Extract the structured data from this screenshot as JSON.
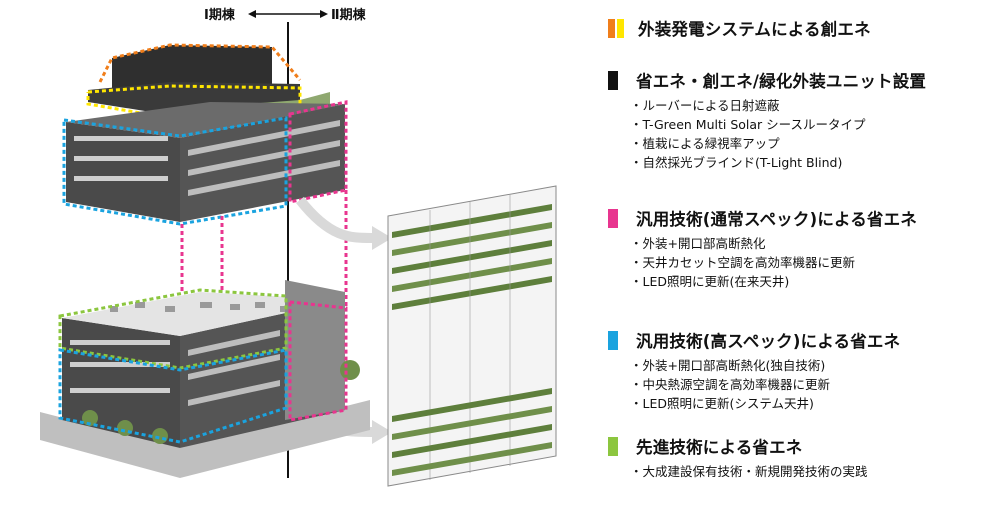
{
  "diagram": {
    "phase_left_label": "Ⅰ期棟",
    "phase_right_label": "Ⅱ期棟"
  },
  "colors": {
    "orange": "#f07e1b",
    "yellow": "#ffe600",
    "black": "#111111",
    "magenta": "#e8358f",
    "cyan": "#1aa3df",
    "green": "#8cc63f",
    "building_dark": "#4a4a4a",
    "window": "#cfcfcf"
  },
  "legend": {
    "sections": [
      {
        "title": "外装発電システムによる創エネ",
        "swatches": [
          "#f07e1b",
          "#ffe600"
        ],
        "items": []
      },
      {
        "title": "省エネ・創エネ/緑化外装ユニット設置",
        "swatches": [
          "#111111"
        ],
        "items": [
          "ルーバーによる日射遮蔽",
          "T-Green Multi Solar シースルータイプ",
          "植栽による緑視率アップ",
          "自然採光ブラインド(T-Light Blind)"
        ]
      },
      {
        "title": "汎用技術(通常スペック)による省エネ",
        "swatches": [
          "#e8358f"
        ],
        "items": [
          "外装+開口部高断熱化",
          "天井カセット空調を高効率機器に更新",
          "LED照明に更新(在来天井)"
        ]
      },
      {
        "title": "汎用技術(高スペック)による省エネ",
        "swatches": [
          "#1aa3df"
        ],
        "items": [
          "外装+開口部高断熱化(独自技術)",
          "中央熱源空調を高効率機器に更新",
          "LED照明に更新(システム天井)"
        ]
      },
      {
        "title": "先進技術による省エネ",
        "swatches": [
          "#8cc63f"
        ],
        "items": [
          "大成建設保有技術・新規開発技術の実践"
        ]
      }
    ]
  }
}
